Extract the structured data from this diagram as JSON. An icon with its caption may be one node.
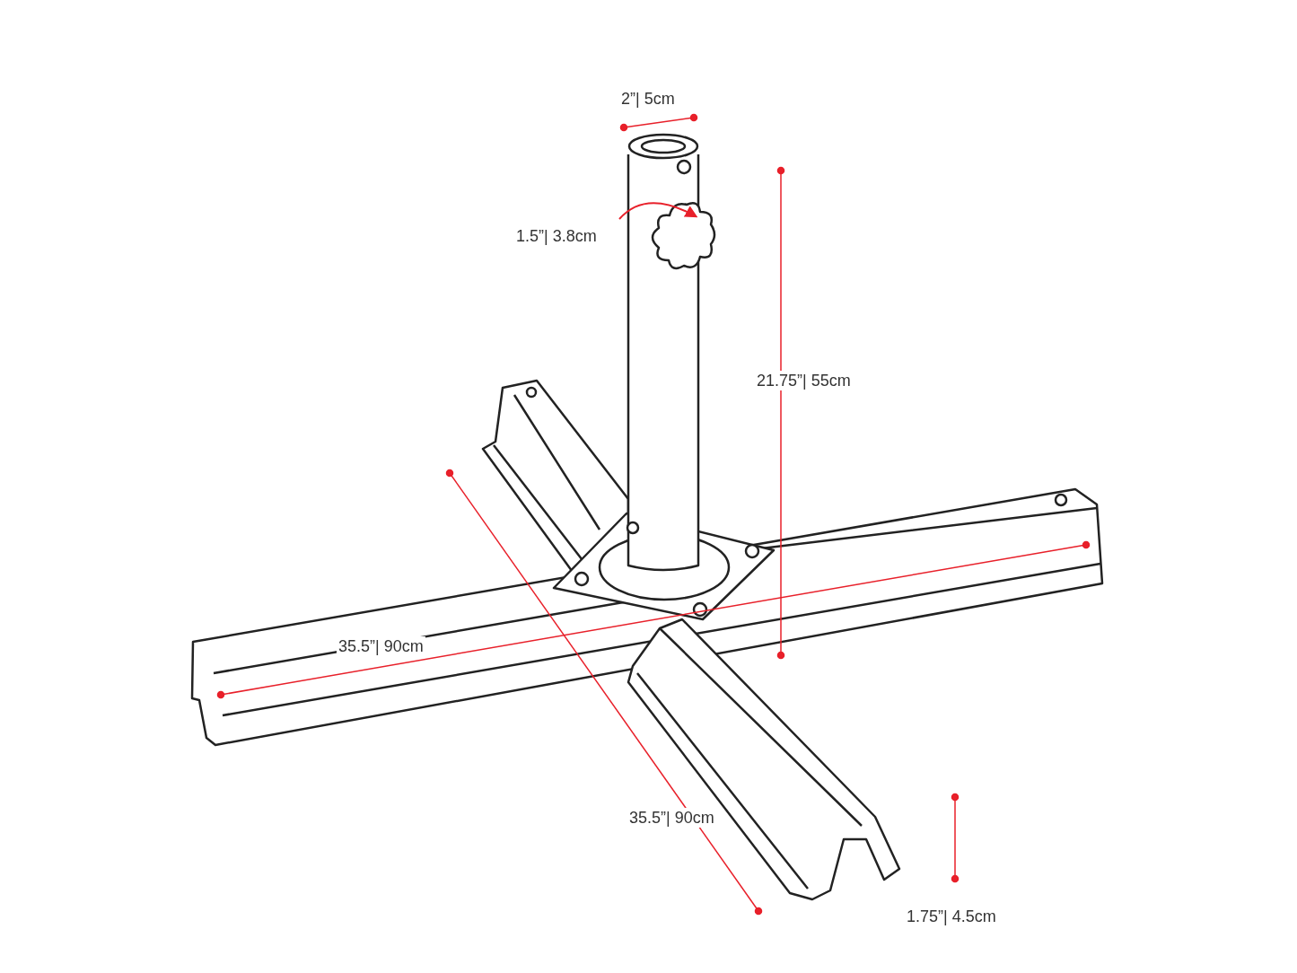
{
  "diagram": {
    "labels": [
      "2”| 5cm",
      "1.5”| 3.8cm",
      "21.75”| 55cm",
      "35.5”| 90cm",
      "35.5”| 90cm",
      "1.75”| 4.5cm"
    ]
  }
}
